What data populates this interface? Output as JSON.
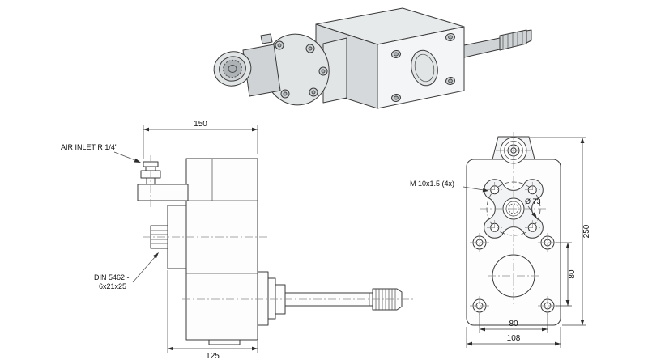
{
  "drawing_type": "technical-drawing",
  "side_view": {
    "dim_overall_length": "150",
    "dim_flange_to_end": "125",
    "air_inlet_label": "AIR INLET R 1/4\"",
    "spline_label_line1": "DIN 5462 -",
    "spline_label_line2": "6x21x25"
  },
  "front_view": {
    "thread_label": "M 10x1.5 (4x)",
    "bolt_circle_label": "Ø 73",
    "dim_total_height": "250",
    "dim_hole_spacing_vertical": "80",
    "dim_hole_spacing_horizontal": "80",
    "dim_total_width": "108"
  },
  "colors": {
    "line": "#3a3a3a",
    "dimension": "#3f3f3f",
    "background": "#ffffff"
  }
}
